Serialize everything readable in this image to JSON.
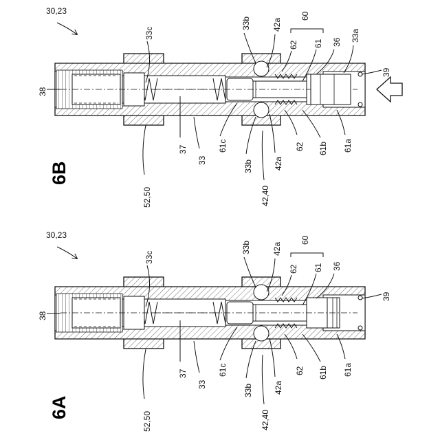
{
  "figures": [
    {
      "id": "6B",
      "fig_label": "6B",
      "labels": {
        "assembly": "30,23",
        "l33c": "33c",
        "l33b_top": "33b",
        "l42a_top": "42a",
        "l60": "60",
        "l62_top": "62",
        "l61_top": "61",
        "l36": "36",
        "l33a": "33a",
        "l38": "38",
        "l39": "39",
        "l52": "52,50",
        "l37": "37",
        "l33": "33",
        "l61c": "61c",
        "l33b_bot": "33b",
        "l42_40": "42,40",
        "l42a_bot": "42a",
        "l62_bot": "62",
        "l61b": "61b",
        "l61a": "61a"
      }
    },
    {
      "id": "6A",
      "fig_label": "6A",
      "labels": {
        "assembly": "30,23",
        "l33c": "33c",
        "l33b_top": "33b",
        "l42a_top": "42a",
        "l60": "60",
        "l62_top": "62",
        "l61_top": "61",
        "l36": "36",
        "l38": "38",
        "l39": "39",
        "l52": "52,50",
        "l37": "37",
        "l33": "33",
        "l61c": "61c",
        "l33b_bot": "33b",
        "l42_40": "42,40",
        "l42a_bot": "42a",
        "l62_bot": "62",
        "l61b": "61b",
        "l61a": "61a"
      }
    }
  ]
}
